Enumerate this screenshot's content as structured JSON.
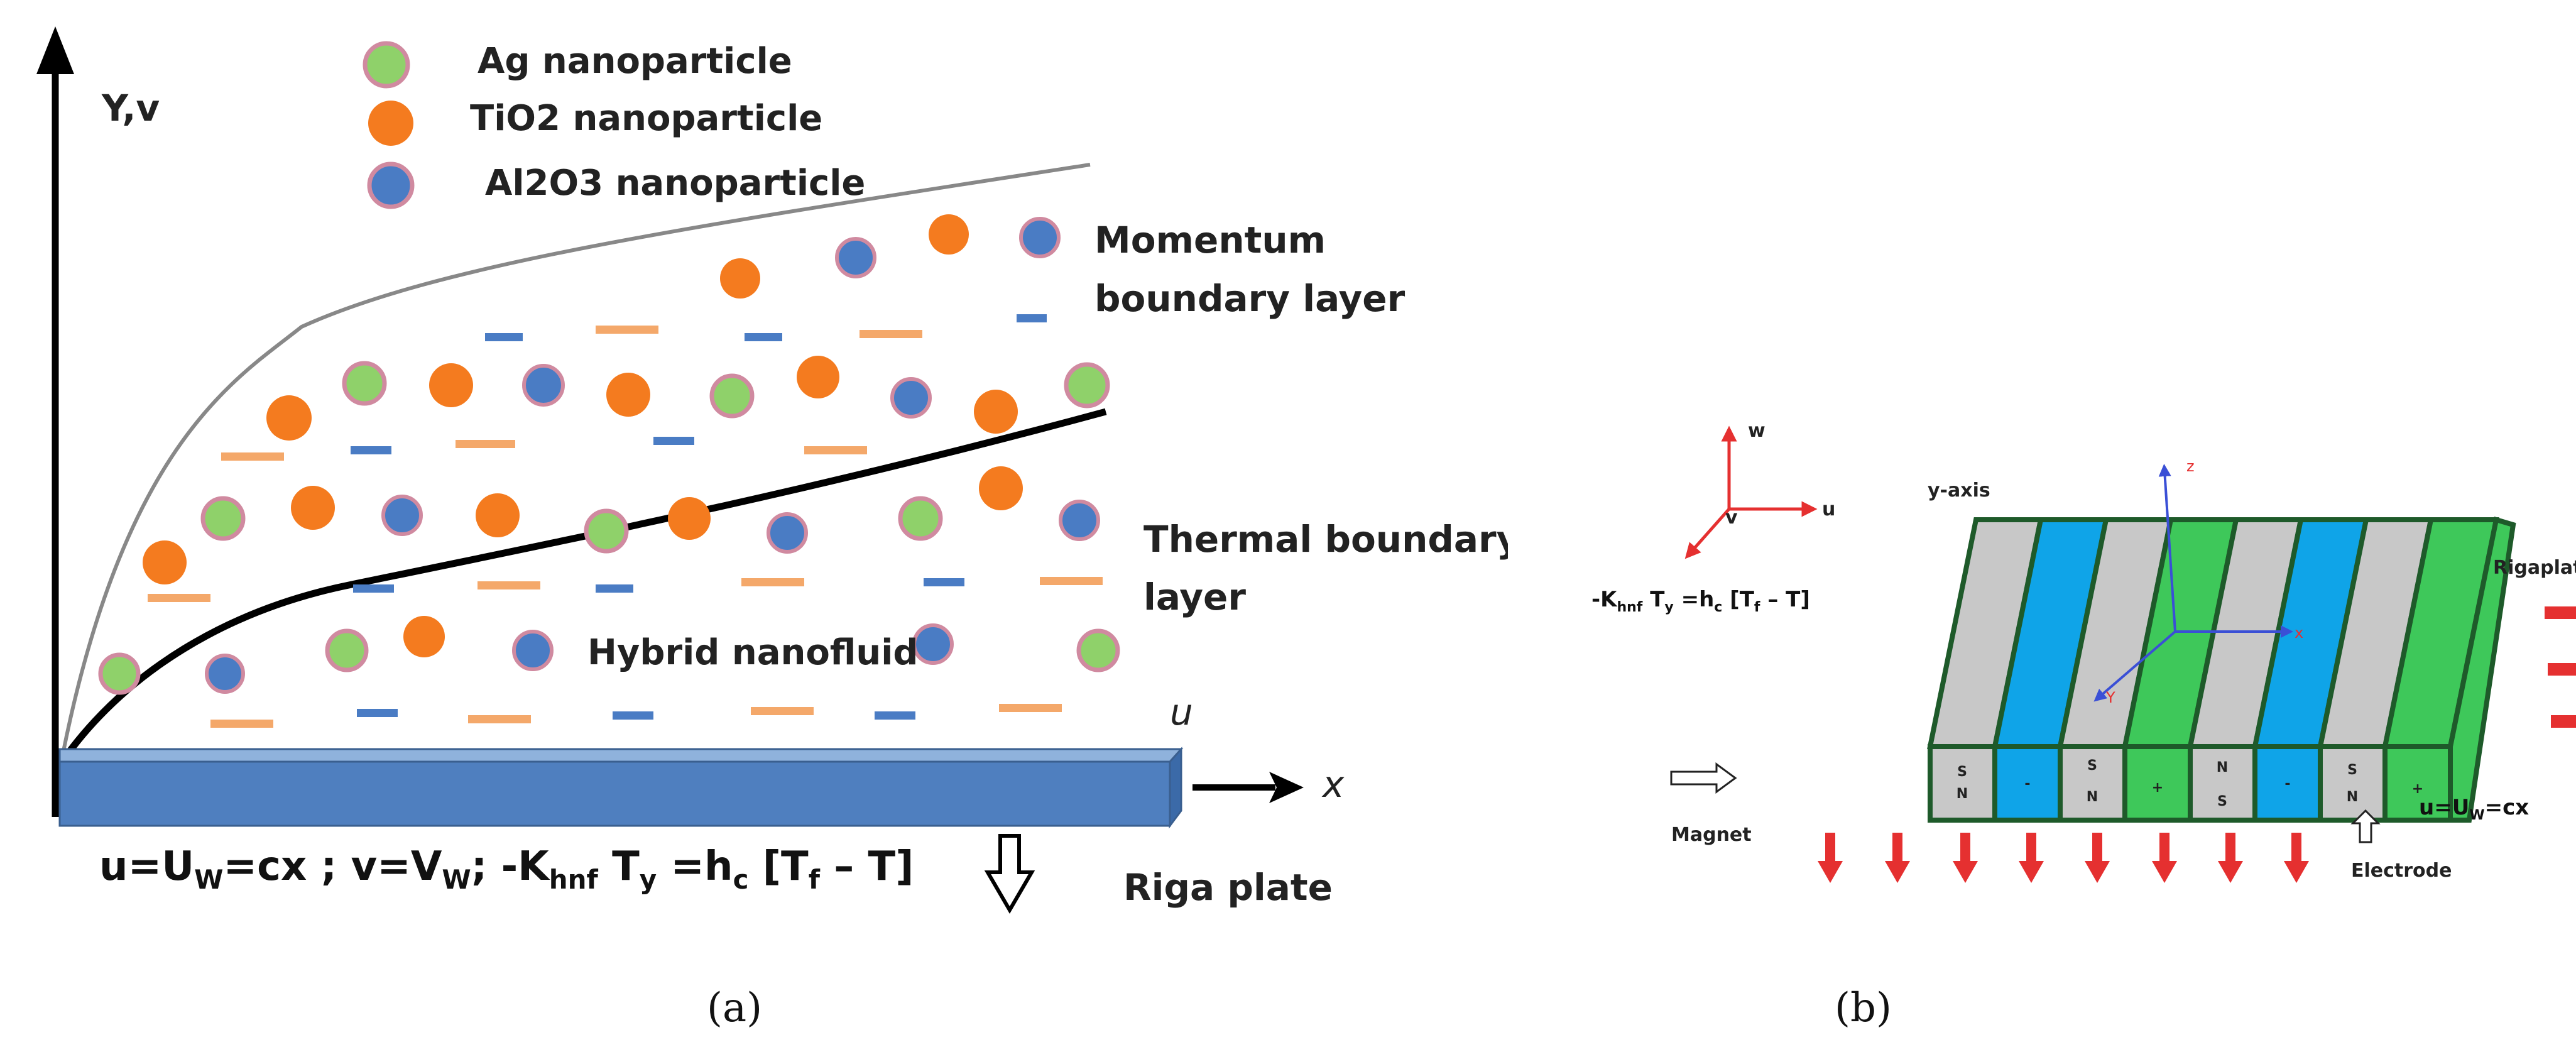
{
  "panel_a": {
    "caption": "(a)",
    "y_axis_label": "Y,v",
    "x_axis_label": "x",
    "u_label": "u",
    "legend": [
      {
        "label": "Ag nanoparticle",
        "color": "#8fd16a",
        "ring": "#d08aa0"
      },
      {
        "label": "TiO2 nanoparticle",
        "color": "#f47b1f",
        "ring": "#f47b1f"
      },
      {
        "label": "Al2O3 nanoparticle",
        "color": "#4a7cc4",
        "ring": "#d08aa0"
      }
    ],
    "momentum_label_1": "Momentum",
    "momentum_label_2": "boundary layer",
    "thermal_label_1": "Thermal boundary",
    "thermal_label_2": "layer",
    "fluid_label": "Hybrid nanofluid",
    "plate_label": "Riga plate",
    "plate_color": "#4f7fbf",
    "boundary_condition": "u=U",
    "bc_sub_w1": "W",
    "bc_part2": "=cx ; v=V",
    "bc_sub_w2": "W",
    "bc_part3": "; -K",
    "bc_sub_hnf": "hnf",
    "bc_part4": " T",
    "bc_sub_y": "y",
    "bc_part5": " =h",
    "bc_sub_c": "c",
    "bc_part6": " [T",
    "bc_sub_f": "f",
    "bc_part7": " – T]"
  },
  "panel_b": {
    "caption": "(b)",
    "axis_w": "w",
    "axis_u": "u",
    "axis_v": "v",
    "y_axis_caption": "y-axis",
    "axis_z": "z",
    "axis_x": "x",
    "axis_y": "Y",
    "bc_k": "-K",
    "bc_sub_hnf": "hnf",
    "bc_t": " T",
    "bc_sub_y": "y",
    "bc_eq": " =h",
    "bc_sub_c": "c",
    "bc_rest": " [T",
    "bc_sub_f": "f",
    "bc_end": " – T]",
    "rigaplate_label": "Rigaplate",
    "velocity_label": "u=U",
    "velocity_sub": "W",
    "velocity_rest": "=cx",
    "magnet_label": "Magnet",
    "electrode_label": "Electrode",
    "strip_colors": {
      "gray": "#c8c8c8",
      "blue": "#0fa4e8",
      "green": "#3ec85a",
      "edge": "#1e5a2a"
    },
    "face_labels": [
      {
        "top": "S",
        "bottom": "N"
      },
      {
        "top": "-",
        "bottom": ""
      },
      {
        "top": "S",
        "bottom": "N"
      },
      {
        "top": "+",
        "bottom": ""
      },
      {
        "top": "N",
        "bottom": "S"
      },
      {
        "top": "-",
        "bottom": ""
      },
      {
        "top": "S",
        "bottom": "N"
      },
      {
        "top": "+",
        "bottom": ""
      }
    ]
  }
}
